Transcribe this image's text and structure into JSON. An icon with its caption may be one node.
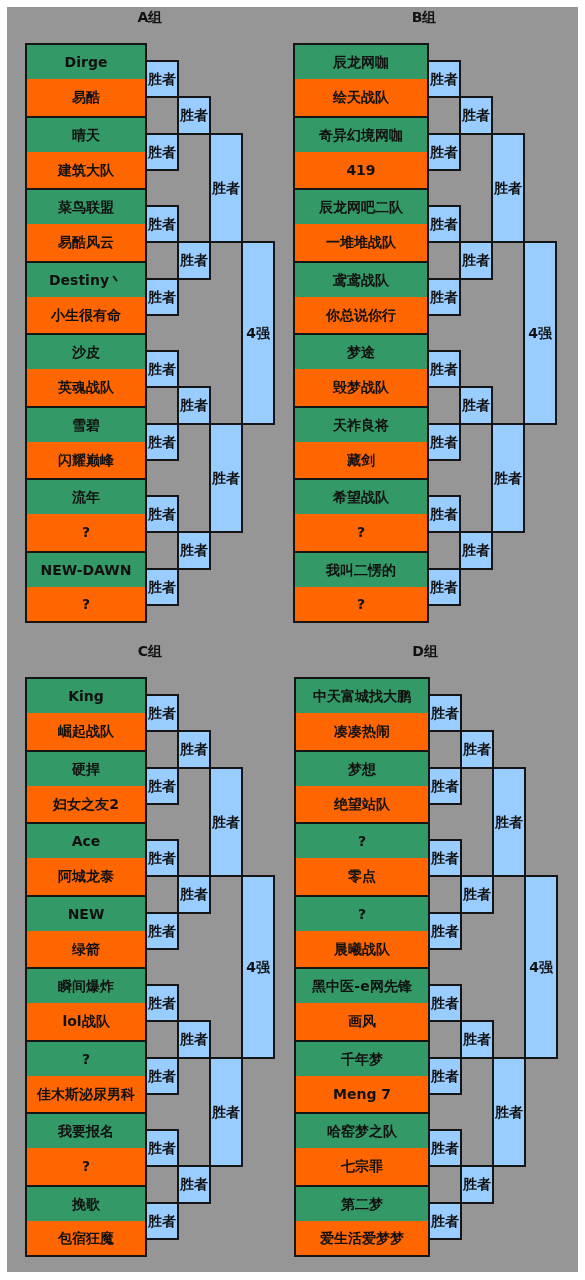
{
  "diagram": {
    "nodes": [
      {
        "text": [
          "Dirge"
        ]
      },
      {
        "text": [
          "易酷"
        ]
      },
      {
        "text": [
          "晴天"
        ]
      },
      {
        "text": [
          "建筑大队"
        ]
      },
      {
        "text": [
          "菜鸟联盟"
        ]
      },
      {
        "text": [
          "易酷风云"
        ]
      },
      {
        "text": [
          "Destiny丶"
        ]
      },
      {
        "text": [
          "小生很有命"
        ]
      },
      {
        "text": [
          "沙皮"
        ]
      },
      {
        "text": [
          "英魂战队"
        ]
      },
      {
        "text": [
          "雪碧"
        ]
      },
      {
        "text": [
          "闪耀巅峰"
        ]
      },
      {
        "text": [
          "流年"
        ]
      },
      {
        "text": [
          "?"
        ]
      },
      {
        "text": [
          "NEW-DAWN"
        ]
      },
      {
        "text": [
          "?"
        ]
      },
      {
        "text": [
          "胜者"
        ]
      },
      {
        "text": [
          "胜者"
        ]
      },
      {
        "text": [
          "胜者"
        ]
      },
      {
        "text": [
          "胜者"
        ]
      },
      {
        "text": [
          "胜者"
        ]
      },
      {
        "text": [
          "胜者"
        ]
      },
      {
        "text": [
          "胜者"
        ]
      },
      {
        "text": [
          "胜者"
        ]
      },
      {
        "text": [
          "胜者"
        ]
      },
      {
        "text": [
          "胜者"
        ]
      },
      {
        "text": [
          "胜者"
        ]
      },
      {
        "text": [
          "胜者"
        ]
      },
      {
        "text": [
          "胜者"
        ]
      },
      {
        "text": [
          "胜者"
        ]
      },
      {
        "text": [
          "4强"
        ]
      },
      {
        "text": [
          "辰龙网咖"
        ]
      },
      {
        "text": [
          "绘天战队"
        ]
      },
      {
        "text": [
          "奇异幻境网咖"
        ]
      },
      {
        "text": [
          "419"
        ]
      },
      {
        "text": [
          "辰龙网吧二队"
        ]
      },
      {
        "text": [
          "一堆堆战队"
        ]
      },
      {
        "text": [
          "鸢鸢战队"
        ]
      },
      {
        "text": [
          "你总说你行"
        ]
      },
      {
        "text": [
          "梦途"
        ]
      },
      {
        "text": [
          "毁梦战队"
        ]
      },
      {
        "text": [
          "天祚良将"
        ]
      },
      {
        "text": [
          "藏剑"
        ]
      },
      {
        "text": [
          "希望战队"
        ]
      },
      {
        "text": [
          "?"
        ]
      },
      {
        "text": [
          "我叫二愣的"
        ]
      },
      {
        "text": [
          "?"
        ]
      },
      {
        "text": [
          "胜者"
        ]
      },
      {
        "text": [
          "胜者"
        ]
      },
      {
        "text": [
          "胜者"
        ]
      },
      {
        "text": [
          "胜者"
        ]
      },
      {
        "text": [
          "胜者"
        ]
      },
      {
        "text": [
          "胜者"
        ]
      },
      {
        "text": [
          "胜者"
        ]
      },
      {
        "text": [
          "胜者"
        ]
      },
      {
        "text": [
          "胜者"
        ]
      },
      {
        "text": [
          "胜者"
        ]
      },
      {
        "text": [
          "胜者"
        ]
      },
      {
        "text": [
          "胜者"
        ]
      },
      {
        "text": [
          "胜者"
        ]
      },
      {
        "text": [
          "胜者"
        ]
      },
      {
        "text": [
          "4强"
        ]
      },
      {
        "text": [
          "King"
        ]
      },
      {
        "text": [
          "崛起战队"
        ]
      },
      {
        "text": [
          "硬捍"
        ]
      },
      {
        "text": [
          "妇女之友2"
        ]
      },
      {
        "text": [
          "Ace"
        ]
      },
      {
        "text": [
          "阿城龙泰"
        ]
      },
      {
        "text": [
          "NEW"
        ]
      },
      {
        "text": [
          "绿箭"
        ]
      },
      {
        "text": [
          "瞬间爆炸"
        ]
      },
      {
        "text": [
          "lol战队"
        ]
      },
      {
        "text": [
          "?"
        ]
      },
      {
        "text": [
          "佳木斯泌尿男科"
        ]
      },
      {
        "text": [
          "我要报名"
        ]
      },
      {
        "text": [
          "?"
        ]
      },
      {
        "text": [
          "挽歌"
        ]
      },
      {
        "text": [
          "包宿狂魔"
        ]
      },
      {
        "text": [
          "胜者"
        ]
      },
      {
        "text": [
          "胜者"
        ]
      },
      {
        "text": [
          "胜者"
        ]
      },
      {
        "text": [
          "胜者"
        ]
      },
      {
        "text": [
          "胜者"
        ]
      },
      {
        "text": [
          "胜者"
        ]
      },
      {
        "text": [
          "胜者"
        ]
      },
      {
        "text": [
          "胜者"
        ]
      },
      {
        "text": [
          "胜者"
        ]
      },
      {
        "text": [
          "胜者"
        ]
      },
      {
        "text": [
          "胜者"
        ]
      },
      {
        "text": [
          "胜者"
        ]
      },
      {
        "text": [
          "胜者"
        ]
      },
      {
        "text": [
          "胜者"
        ]
      },
      {
        "text": [
          "4强"
        ]
      },
      {
        "text": [
          "中天富城找大鹏"
        ]
      },
      {
        "text": [
          "凑凑热闹"
        ]
      },
      {
        "text": [
          "梦想"
        ]
      },
      {
        "text": [
          "绝望站队"
        ]
      },
      {
        "text": [
          "?"
        ]
      },
      {
        "text": [
          "零点"
        ]
      },
      {
        "text": [
          "?"
        ]
      },
      {
        "text": [
          "晨曦战队"
        ]
      },
      {
        "text": [
          "黑中医-e网先锋"
        ]
      },
      {
        "text": [
          "画风"
        ]
      },
      {
        "text": [
          "千年梦"
        ]
      },
      {
        "text": [
          "Meng 7"
        ]
      },
      {
        "text": [
          "哈窑梦之队"
        ]
      },
      {
        "text": [
          "七宗罪"
        ]
      },
      {
        "text": [
          "第二梦"
        ]
      },
      {
        "text": [
          "爱生活爱梦梦"
        ]
      },
      {
        "text": [
          "胜者"
        ]
      },
      {
        "text": [
          "胜者"
        ]
      },
      {
        "text": [
          "胜者"
        ]
      },
      {
        "text": [
          "胜者"
        ]
      },
      {
        "text": [
          "胜者"
        ]
      },
      {
        "text": [
          "胜者"
        ]
      },
      {
        "text": [
          "胜者"
        ]
      },
      {
        "text": [
          "胜者"
        ]
      },
      {
        "text": [
          "胜者"
        ]
      },
      {
        "text": [
          "胜者"
        ]
      },
      {
        "text": [
          "胜者"
        ]
      },
      {
        "text": [
          "胜者"
        ]
      },
      {
        "text": [
          "胜者"
        ]
      },
      {
        "text": [
          "胜者"
        ]
      },
      {
        "text": [
          "4强"
        ]
      }
    ],
    "labels": [
      "A组",
      "B组",
      "C组",
      "D组"
    ]
  }
}
